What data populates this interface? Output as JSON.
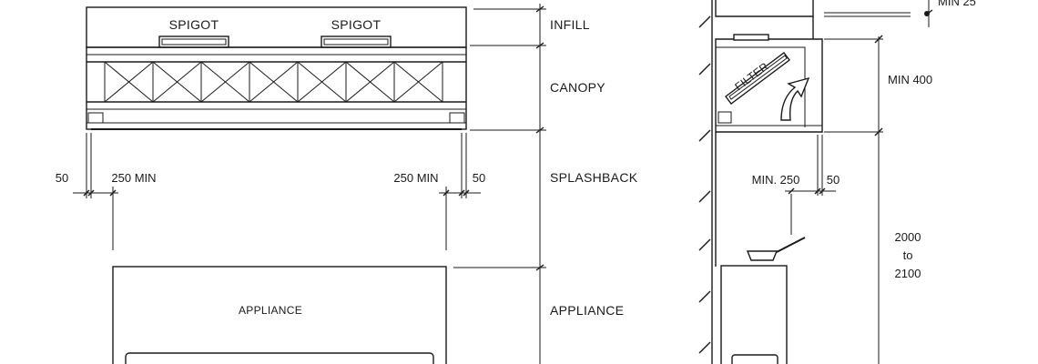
{
  "front_view": {
    "spigot_left": "SPIGOT",
    "spigot_right": "SPIGOT",
    "appliance_inner": "APPLIANCE",
    "dim_left_outer": "50",
    "dim_left_inner": "250 MIN",
    "dim_right_inner": "250 MIN",
    "dim_right_outer": "50"
  },
  "zones": {
    "infill": "INFILL",
    "canopy": "CANOPY",
    "splashback": "SPLASHBACK",
    "appliance": "APPLIANCE"
  },
  "side_view": {
    "filter": "FILTER",
    "dim_top": "MIN 25",
    "dim_canopy": "MIN 400",
    "dim_overhang": "MIN. 250",
    "dim_overhang_gap": "50",
    "dim_height_1": "2000",
    "dim_height_2": "to",
    "dim_height_3": "2100"
  }
}
